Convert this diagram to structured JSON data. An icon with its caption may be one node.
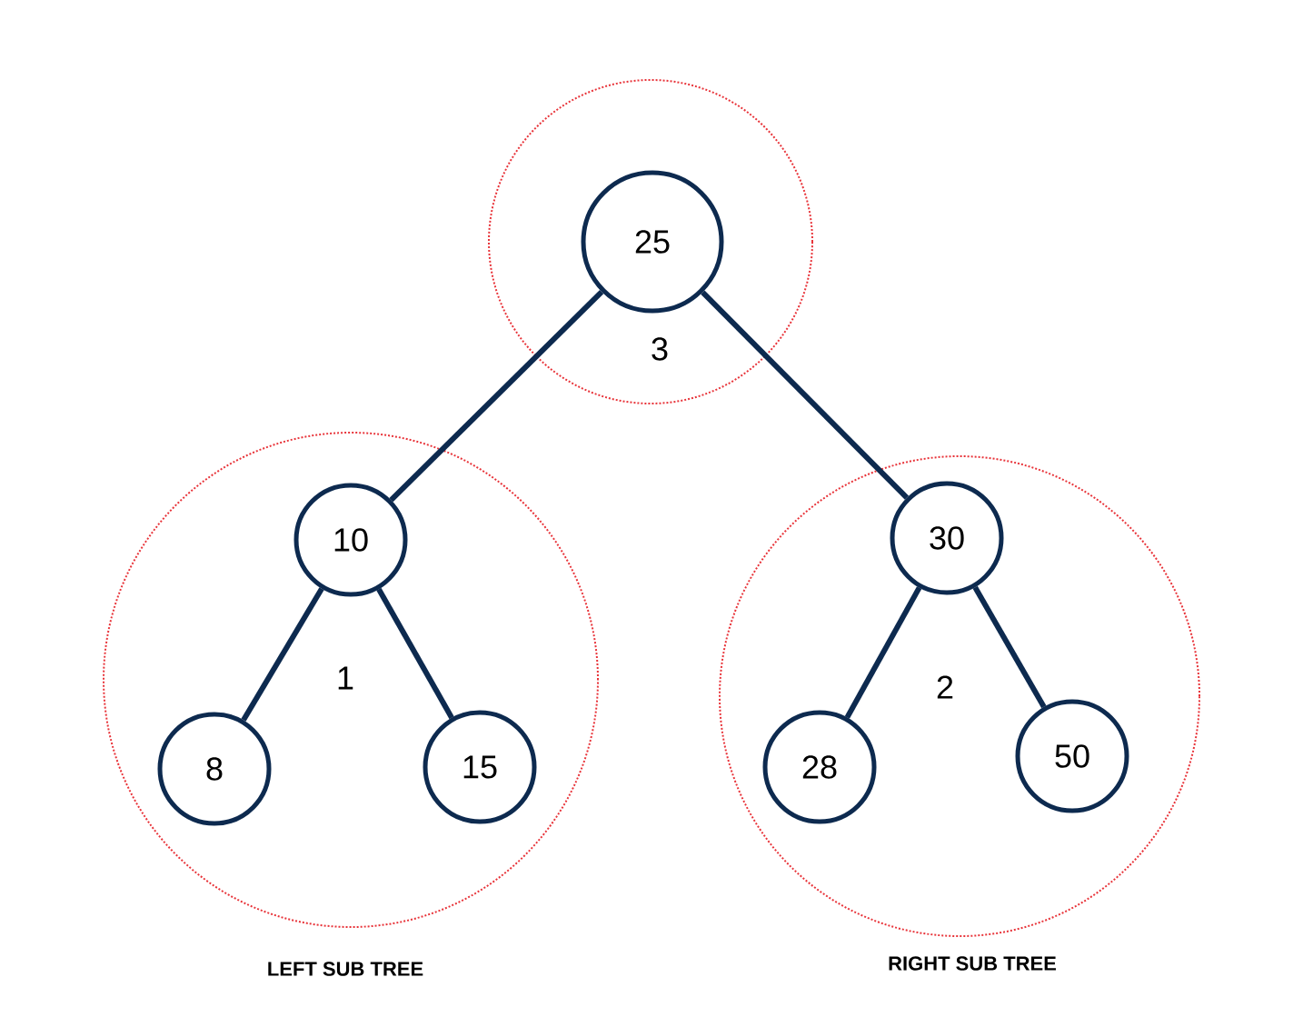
{
  "diagram": {
    "nodes": [
      {
        "text": [
          "3"
        ]
      },
      {
        "text": [
          "25"
        ],
        "in": 0
      },
      {
        "text": [
          "1"
        ],
        "beside": [
          "LEFT SUB TREE"
        ]
      },
      {
        "text": [
          "10"
        ],
        "in": 2
      },
      {
        "text": [
          "8"
        ],
        "in": 2
      },
      {
        "text": [
          "15"
        ],
        "in": 2
      },
      {
        "text": [
          "2"
        ],
        "beside": [
          "RIGHT SUB TREE"
        ]
      },
      {
        "text": [
          "30"
        ],
        "in": 6
      },
      {
        "text": [
          "28"
        ],
        "in": 6
      },
      {
        "text": [
          "50"
        ],
        "in": 6
      }
    ],
    "edges": [
      {
        "from": 1,
        "to": 3,
        "arrow": "none"
      },
      {
        "from": 1,
        "to": 7,
        "arrow": "none"
      },
      {
        "from": 3,
        "to": 4,
        "arrow": "none"
      },
      {
        "from": 3,
        "to": 5,
        "arrow": "none"
      },
      {
        "from": 7,
        "to": 8,
        "arrow": "none"
      },
      {
        "from": 7,
        "to": 9,
        "arrow": "none"
      }
    ]
  }
}
